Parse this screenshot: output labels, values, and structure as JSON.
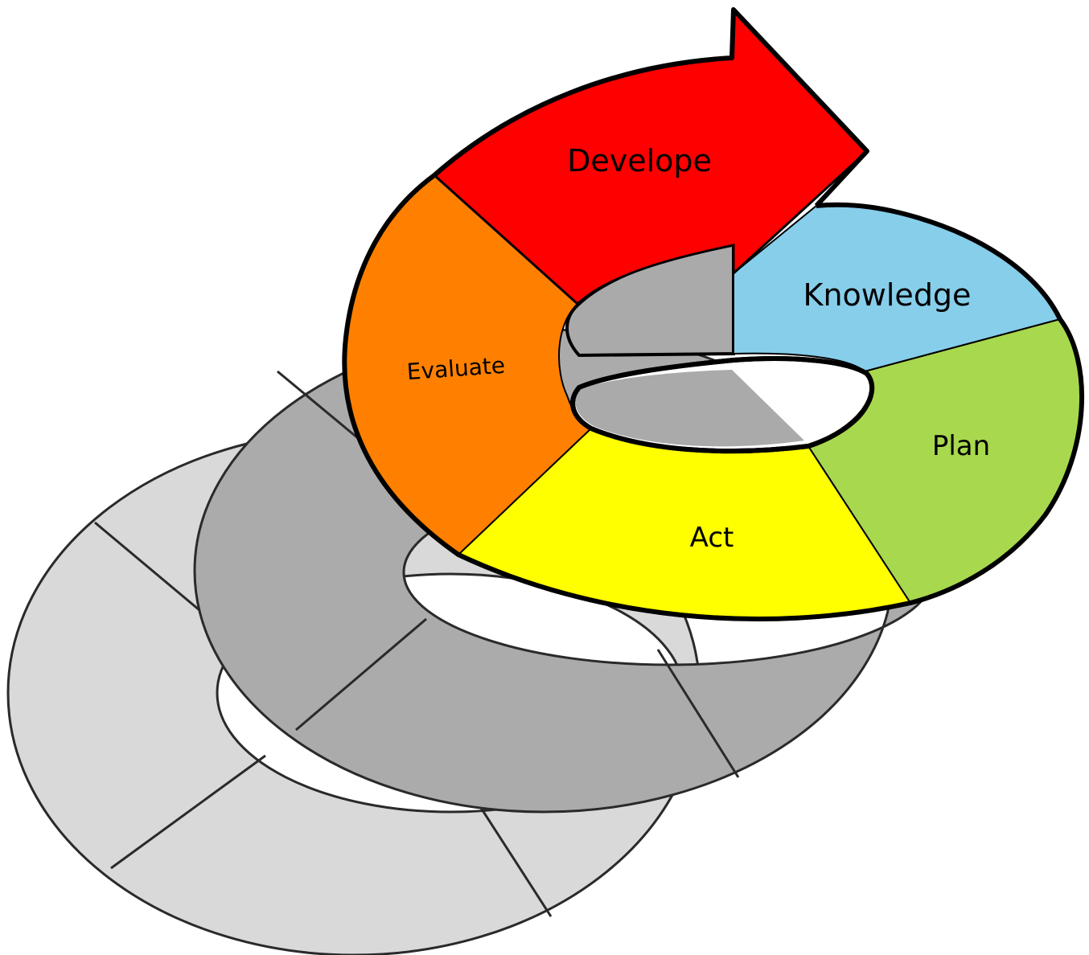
{
  "diagram": {
    "stages": [
      {
        "label": "Develope",
        "color": "#ff0000",
        "shape": "arrow"
      },
      {
        "label": "Knowledge",
        "color": "#87ceeb",
        "shape": "ring-segment"
      },
      {
        "label": "Plan",
        "color": "#a8d84e",
        "shape": "ring-segment"
      },
      {
        "label": "Act",
        "color": "#ffff00",
        "shape": "ring-segment"
      },
      {
        "label": "Evaluate",
        "color": "#ff8000",
        "shape": "ring-segment"
      }
    ],
    "colors": {
      "back_ring": "#d9d9d9",
      "middle_ring": "#ababab",
      "inner_gap": "#aaaaaa",
      "outline": "#000000"
    }
  }
}
